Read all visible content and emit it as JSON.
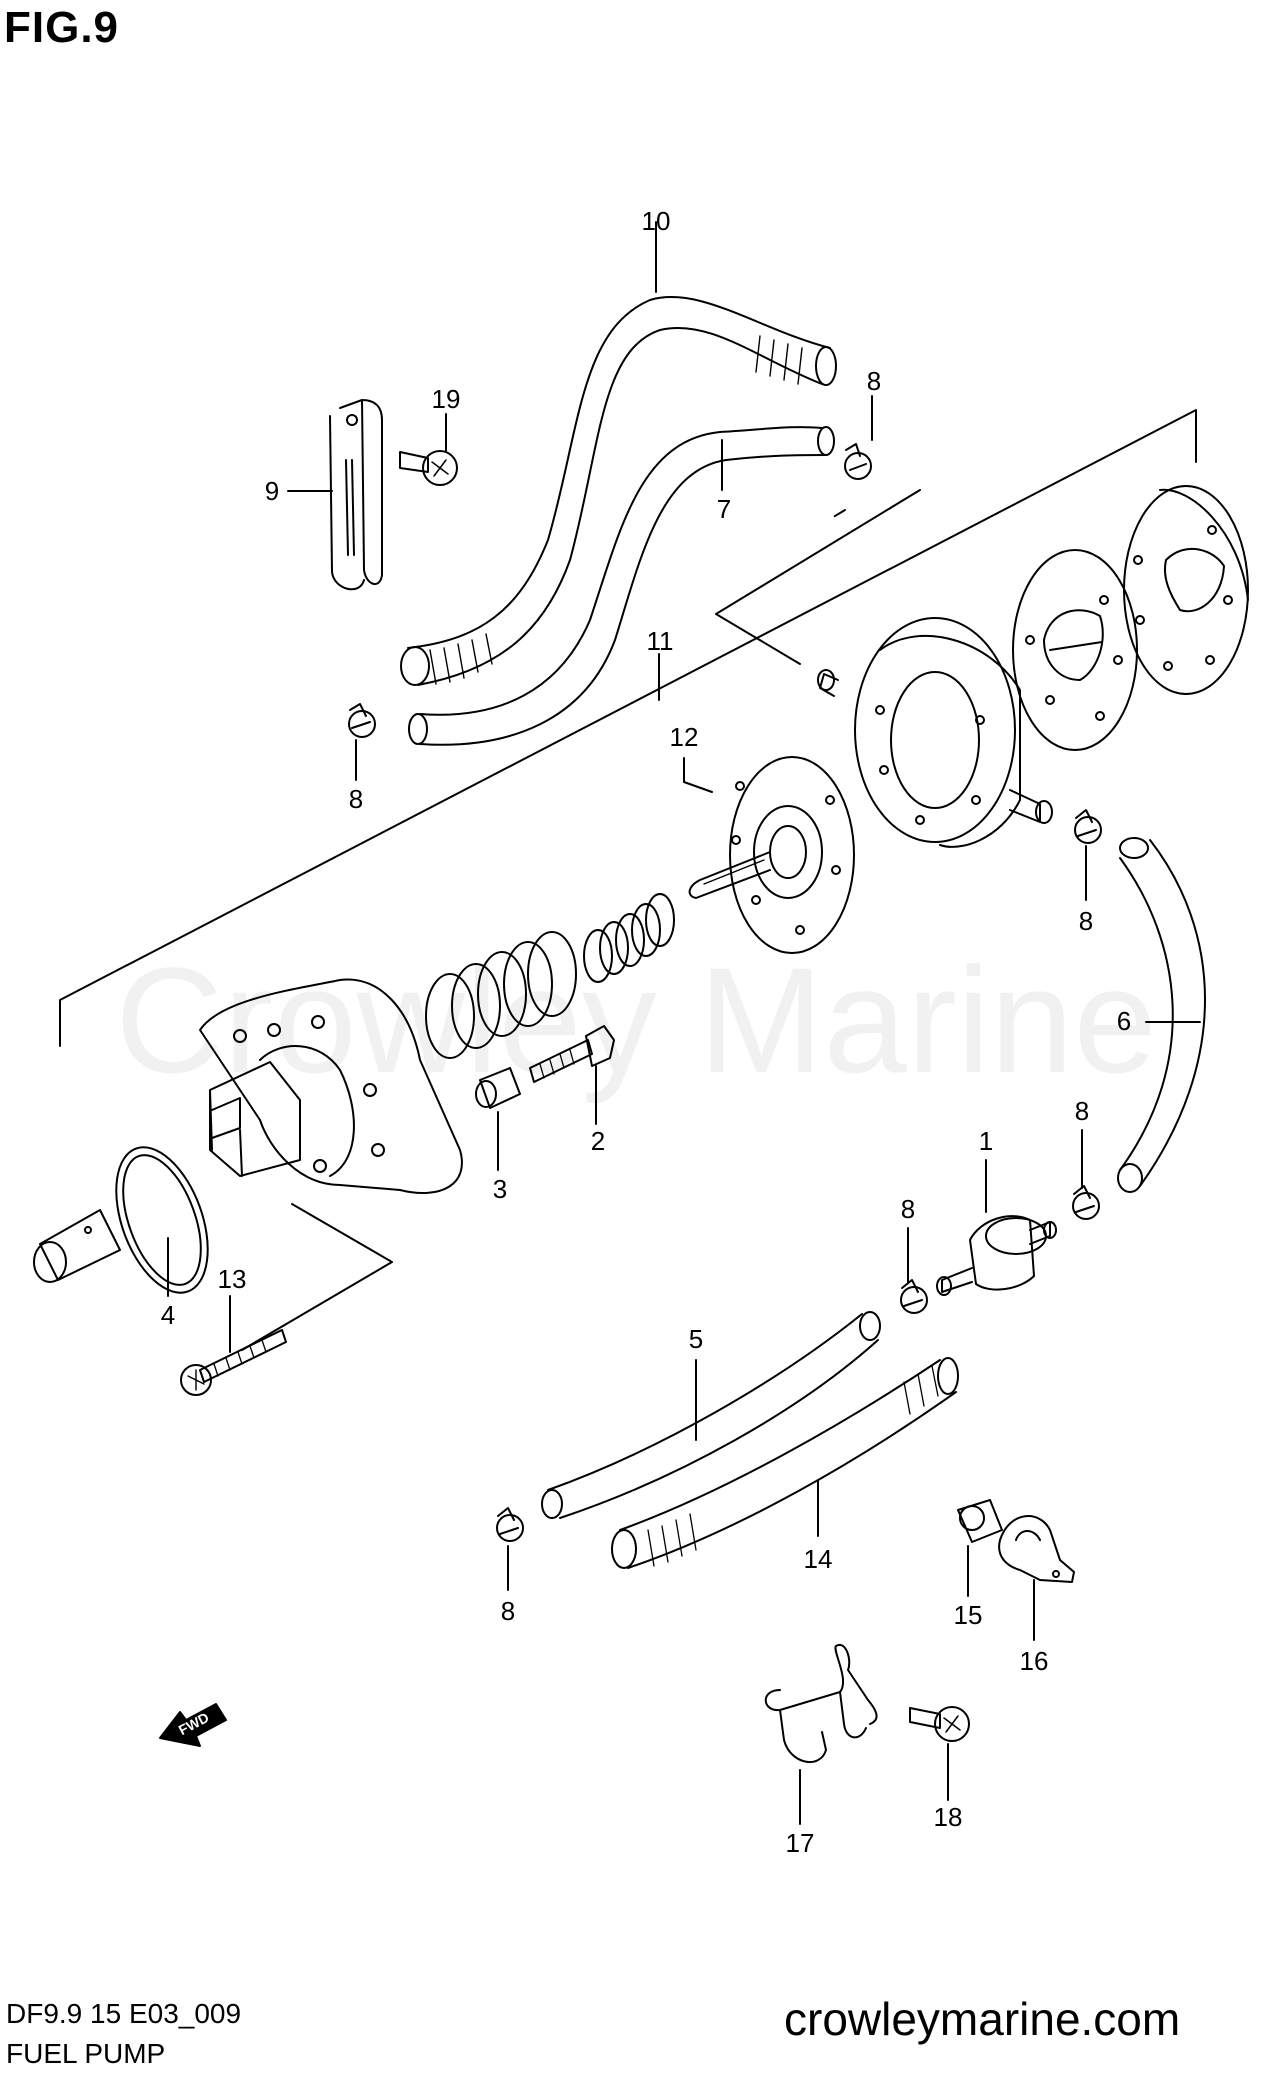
{
  "figure": {
    "title": "FIG.9",
    "model_code": "DF9.9 15 E03_009",
    "caption": "FUEL PUMP",
    "site": "crowleymarine.com",
    "watermark": "Crowley Marine",
    "fwd_label": "FWD"
  },
  "callouts": [
    {
      "id": "c10",
      "text": "10"
    },
    {
      "id": "c19",
      "text": "19"
    },
    {
      "id": "c8a",
      "text": "8"
    },
    {
      "id": "c9",
      "text": "9"
    },
    {
      "id": "c7",
      "text": "7"
    },
    {
      "id": "c11",
      "text": "11"
    },
    {
      "id": "c12",
      "text": "12"
    },
    {
      "id": "c8b",
      "text": "8"
    },
    {
      "id": "c8c",
      "text": "8"
    },
    {
      "id": "c6",
      "text": "6"
    },
    {
      "id": "c2",
      "text": "2"
    },
    {
      "id": "c3",
      "text": "3"
    },
    {
      "id": "c1",
      "text": "1"
    },
    {
      "id": "c8d",
      "text": "8"
    },
    {
      "id": "c8e",
      "text": "8"
    },
    {
      "id": "c13",
      "text": "13"
    },
    {
      "id": "c4",
      "text": "4"
    },
    {
      "id": "c5",
      "text": "5"
    },
    {
      "id": "c14",
      "text": "14"
    },
    {
      "id": "c8f",
      "text": "8"
    },
    {
      "id": "c15",
      "text": "15"
    },
    {
      "id": "c16",
      "text": "16"
    },
    {
      "id": "c17",
      "text": "17"
    },
    {
      "id": "c18",
      "text": "18"
    }
  ],
  "colors": {
    "line": "#000000",
    "watermark": "#f1f1f1",
    "background": "#ffffff"
  }
}
